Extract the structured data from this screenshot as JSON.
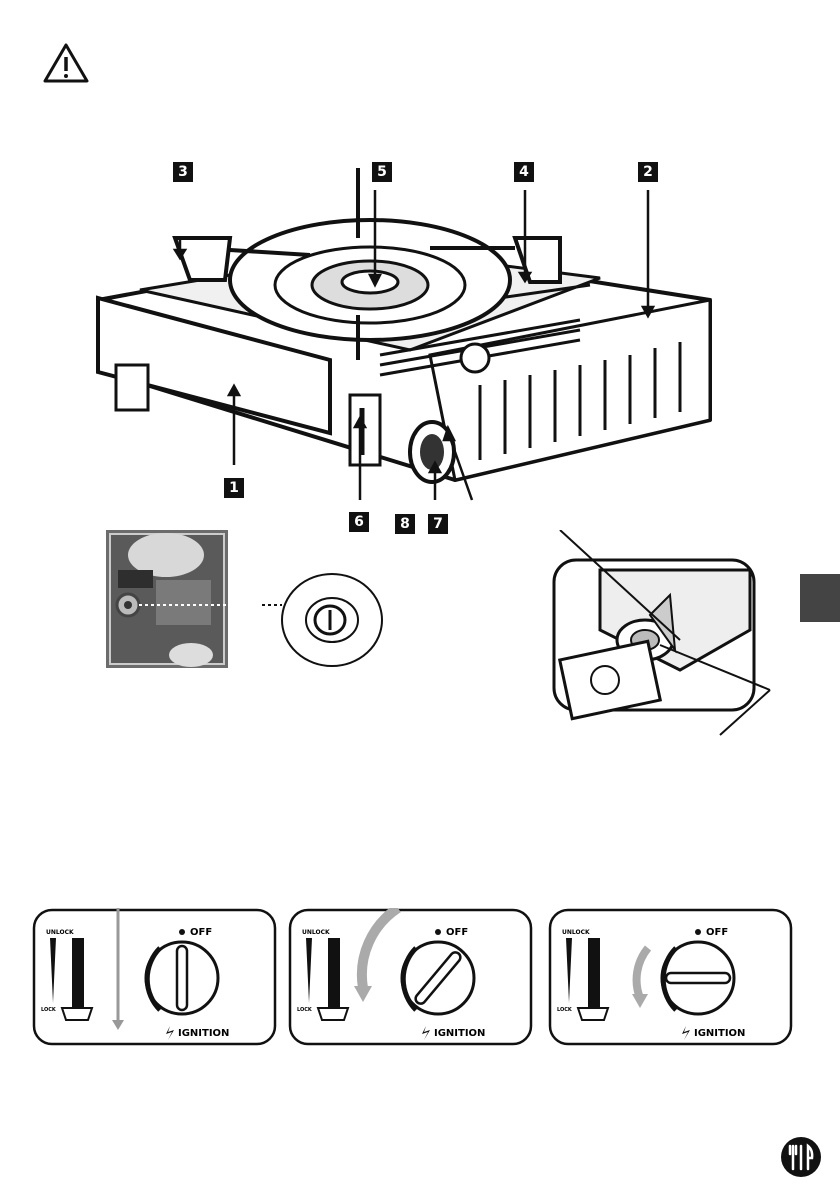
{
  "callouts": [
    "1",
    "2",
    "3",
    "4",
    "5",
    "6",
    "7",
    "8"
  ],
  "knob_panels": [
    {
      "unlock_label": "UNLOCK",
      "lock_label": "LOCK",
      "off_label": "OFF",
      "ignition_label": "IGNITION"
    },
    {
      "unlock_label": "UNLOCK",
      "lock_label": "LOCK",
      "off_label": "OFF",
      "ignition_label": "IGNITION"
    },
    {
      "unlock_label": "UNLOCK",
      "lock_label": "LOCK",
      "off_label": "OFF",
      "ignition_label": "IGNITION"
    }
  ],
  "icons": [
    "warning-triangle-icon",
    "cutlery-logo-icon"
  ]
}
